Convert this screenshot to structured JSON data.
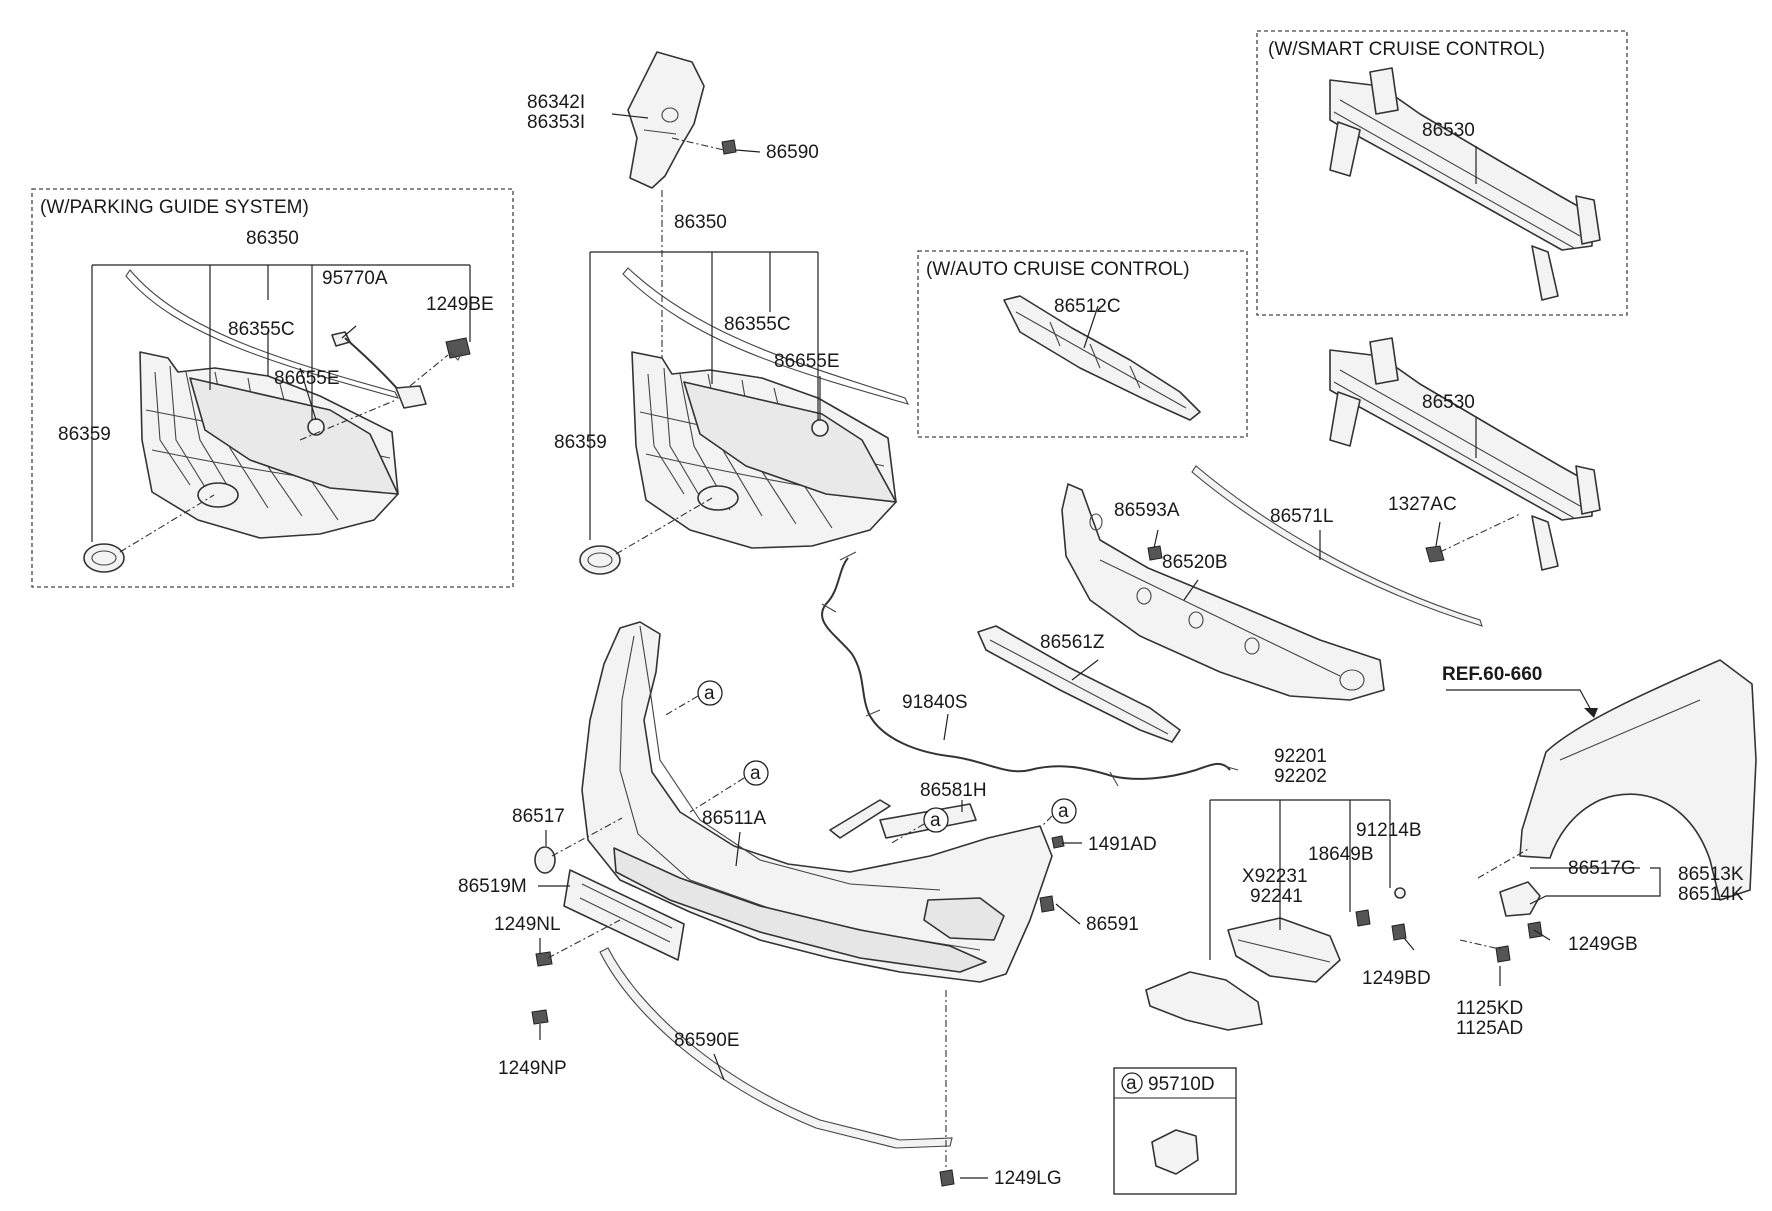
{
  "boxes": {
    "parking_guide": "(W/PARKING GUIDE SYSTEM)",
    "auto_cruise": "(W/AUTO CRUISE CONTROL)",
    "smart_cruise": "(W/SMART CRUISE CONTROL)"
  },
  "labels": {
    "p86342I": "86342I",
    "p86353I": "86353I",
    "p86590": "86590",
    "p86350_left": "86350",
    "p86355C_left": "86355C",
    "p95770A": "95770A",
    "p1249BE": "1249BE",
    "p86655E_left": "86655E",
    "p86359_left": "86359",
    "p86350_mid": "86350",
    "p86355C_mid": "86355C",
    "p86655E_mid": "86655E",
    "p86359_mid": "86359",
    "p86512C": "86512C",
    "p86530_top": "86530",
    "p86530_bottom": "86530",
    "p1327AC": "1327AC",
    "p86593A": "86593A",
    "p86520B": "86520B",
    "p86571L": "86571L",
    "p86561Z": "86561Z",
    "p91840S": "91840S",
    "ref": "REF.60-660",
    "p86511A": "86511A",
    "p86581H": "86581H",
    "p1491AD": "1491AD",
    "p86517": "86517",
    "p86519M": "86519M",
    "p86591": "86591",
    "p1249NL": "1249NL",
    "p1249NP": "1249NP",
    "p86590E": "86590E",
    "p1249LG": "1249LG",
    "p92201": "92201",
    "p92202": "92202",
    "p91214B": "91214B",
    "p18649B": "18649B",
    "pX92231": "X92231",
    "p92241": "92241",
    "p1249BD": "1249BD",
    "p86517G": "86517G",
    "p86513K": "86513K",
    "p86514K": "86514K",
    "p1249GB": "1249GB",
    "p1125KD": "1125KD",
    "p1125AD": "1125AD",
    "p95710D": "95710D",
    "circle_a": "a"
  }
}
